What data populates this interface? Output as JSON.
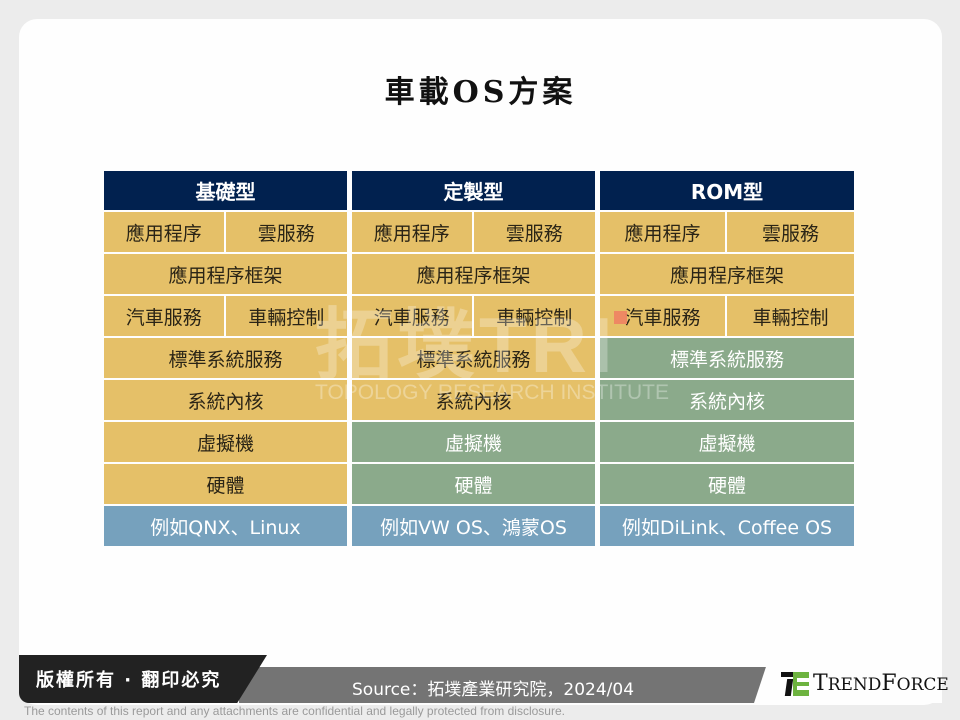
{
  "title": "車載OS方案",
  "watermark": {
    "logo_text": "拓墣TRI",
    "subtitle": "TOPOLOGY RESEARCH INSTITUTE"
  },
  "colors": {
    "header": "#01214f",
    "yellow": "#e5c068",
    "green": "#8baa8b",
    "blue": "#76a1bd"
  },
  "columns": [
    {
      "header": "基礎型",
      "rows": [
        {
          "type": "split",
          "left": "應用程序",
          "right": "雲服務",
          "color": "yellow"
        },
        {
          "type": "full",
          "label": "應用程序框架",
          "color": "yellow"
        },
        {
          "type": "split",
          "left": "汽車服務",
          "right": "車輛控制",
          "color": "yellow"
        },
        {
          "type": "full",
          "label": "標準系統服務",
          "color": "yellow"
        },
        {
          "type": "full",
          "label": "系統內核",
          "color": "yellow"
        },
        {
          "type": "full",
          "label": "虛擬機",
          "color": "yellow"
        },
        {
          "type": "full",
          "label": "硬體",
          "color": "yellow"
        },
        {
          "type": "full",
          "label": "例如QNX、Linux",
          "color": "blue"
        }
      ]
    },
    {
      "header": "定製型",
      "rows": [
        {
          "type": "split",
          "left": "應用程序",
          "right": "雲服務",
          "color": "yellow"
        },
        {
          "type": "full",
          "label": "應用程序框架",
          "color": "yellow"
        },
        {
          "type": "split",
          "left": "汽車服務",
          "right": "車輛控制",
          "color": "yellow"
        },
        {
          "type": "full",
          "label": "標準系統服務",
          "color": "yellow"
        },
        {
          "type": "full",
          "label": "系統內核",
          "color": "yellow"
        },
        {
          "type": "full",
          "label": "虛擬機",
          "color": "green"
        },
        {
          "type": "full",
          "label": "硬體",
          "color": "green"
        },
        {
          "type": "full",
          "label": "例如VW OS、鴻蒙OS",
          "color": "blue"
        }
      ]
    },
    {
      "header": "ROM型",
      "rows": [
        {
          "type": "split",
          "left": "應用程序",
          "right": "雲服務",
          "color": "yellow"
        },
        {
          "type": "full",
          "label": "應用程序框架",
          "color": "yellow"
        },
        {
          "type": "split",
          "left": "汽車服務",
          "right": "車輛控制",
          "color": "yellow"
        },
        {
          "type": "full",
          "label": "標準系統服務",
          "color": "green"
        },
        {
          "type": "full",
          "label": "系統內核",
          "color": "green"
        },
        {
          "type": "full",
          "label": "虛擬機",
          "color": "green"
        },
        {
          "type": "full",
          "label": "硬體",
          "color": "green"
        },
        {
          "type": "full",
          "label": "例如DiLink、Coffee OS",
          "color": "blue"
        }
      ]
    }
  ],
  "footer": {
    "copyright": "版權所有 · 翻印必究",
    "source": "Source：拓墣產業研究院，2024/04",
    "logo": {
      "first_initial": "T",
      "first_rest": "REND",
      "second_initial": "F",
      "second_rest": "ORCE"
    },
    "disclaimer": "The contents of this report and any attachments are confidential and legally protected from disclosure."
  }
}
